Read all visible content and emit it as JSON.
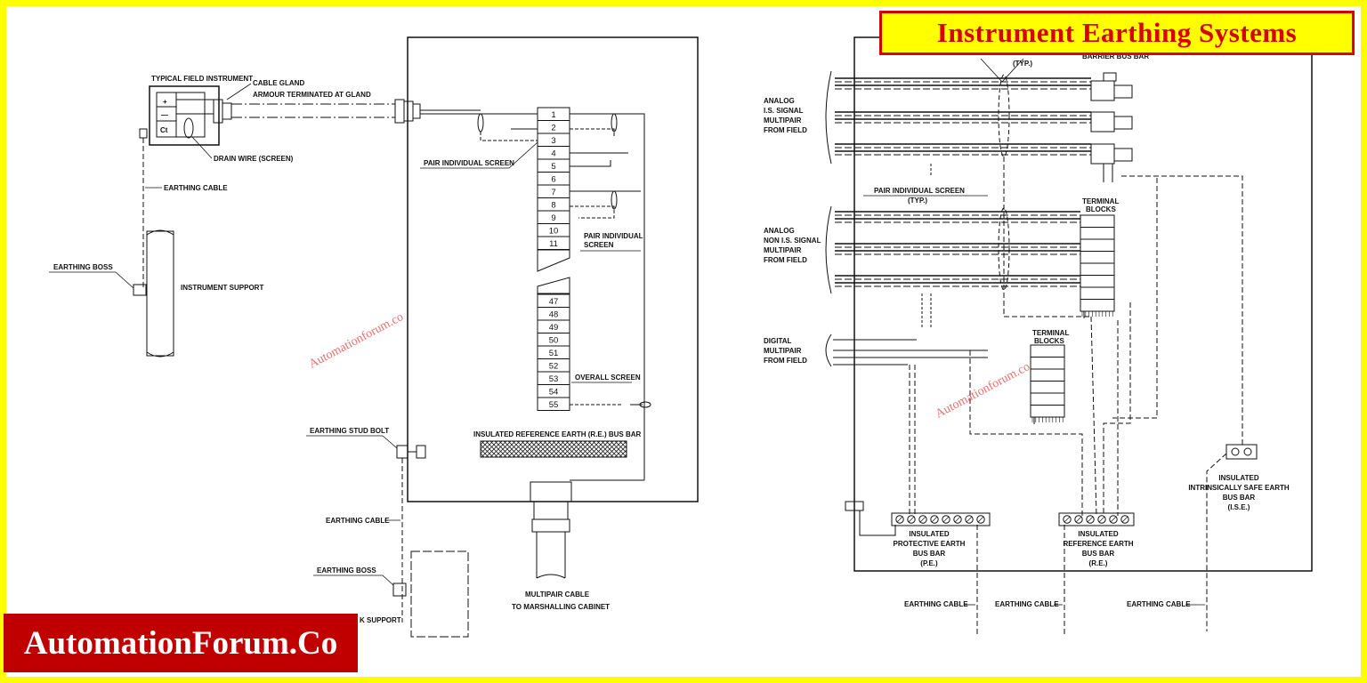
{
  "title": "Instrument Earthing Systems",
  "brand": "AutomationForum.Co",
  "watermark": "Automationforum.co",
  "colors": {
    "frame": "#ffff00",
    "title_text": "#d60000",
    "brand_bg": "#c00000",
    "brand_text": "#ffffff",
    "line": "#111111"
  },
  "left_diagram": {
    "typical_field_instrument": "TYPICAL FIELD INSTRUMENT",
    "terminal_plus": "+",
    "terminal_minus": "—",
    "terminal_ct": "Ct",
    "cable_gland": "CABLE GLAND",
    "armour_terminated": "ARMOUR TERMINATED AT GLAND",
    "drain_wire": "DRAIN WIRE (SCREEN)",
    "earthing_cable_top": "EARTHING CABLE",
    "earthing_boss_top": "EARTHING BOSS",
    "instrument_support_top": "INSTRUMENT SUPPORT",
    "pair_screen_1": "PAIR INDIVIDUAL SCREEN",
    "pair_screen_2_line1": "PAIR INDIVIDUAL",
    "pair_screen_2_line2": "SCREEN",
    "overall_screen": "OVERALL SCREEN",
    "re_bus_bar": "INSULATED REFERENCE EARTH (R.E.) BUS BAR",
    "earthing_stud_bolt": "EARTHING STUD BOLT",
    "earthing_cable_bottom": "EARTHING CABLE",
    "earthing_boss_bottom": "EARTHING BOSS",
    "support_bottom": "K SUPPORT",
    "multipair_line1": "MULTIPAIR CABLE",
    "multipair_line2": "TO MARSHALLING CABINET",
    "terminals_top": [
      "1",
      "2",
      "3",
      "4",
      "5",
      "6",
      "7",
      "8",
      "9",
      "10",
      "11"
    ],
    "terminals_bottom": [
      "47",
      "48",
      "49",
      "50",
      "51",
      "52",
      "53",
      "54",
      "55"
    ]
  },
  "right_diagram": {
    "typ": "(TYP.)",
    "barrier_bus_bar": "BARRIER BUS BAR",
    "analog_is": [
      "ANALOG",
      "I.S. SIGNAL",
      "MULTIPAIR",
      "FROM FIELD"
    ],
    "pair_screen_line1": "PAIR INDIVIDUAL SCREEN",
    "pair_screen_line2": "(TYP.)",
    "terminal_blocks_1": [
      "TERMINAL",
      "BLOCKS"
    ],
    "analog_non_is": [
      "ANALOG",
      "NON I.S. SIGNAL",
      "MULTIPAIR",
      "FROM FIELD"
    ],
    "digital": [
      "DIGITAL",
      "MULTIPAIR",
      "FROM FIELD"
    ],
    "terminal_blocks_2": [
      "TERMINAL",
      "BLOCKS"
    ],
    "ise": [
      "INSULATED",
      "INTRINSICALLY SAFE EARTH",
      "BUS BAR",
      "(I.S.E.)"
    ],
    "pe": [
      "INSULATED",
      "PROTECTIVE EARTH",
      "BUS BAR",
      "(P.E.)"
    ],
    "re": [
      "INSULATED",
      "REFERENCE EARTH",
      "BUS BAR",
      "(R.E.)"
    ],
    "earthing_cable_1": "EARTHING CABLE",
    "earthing_cable_2": "EARTHING CABLE",
    "earthing_cable_3": "EARTHING CABLE"
  }
}
